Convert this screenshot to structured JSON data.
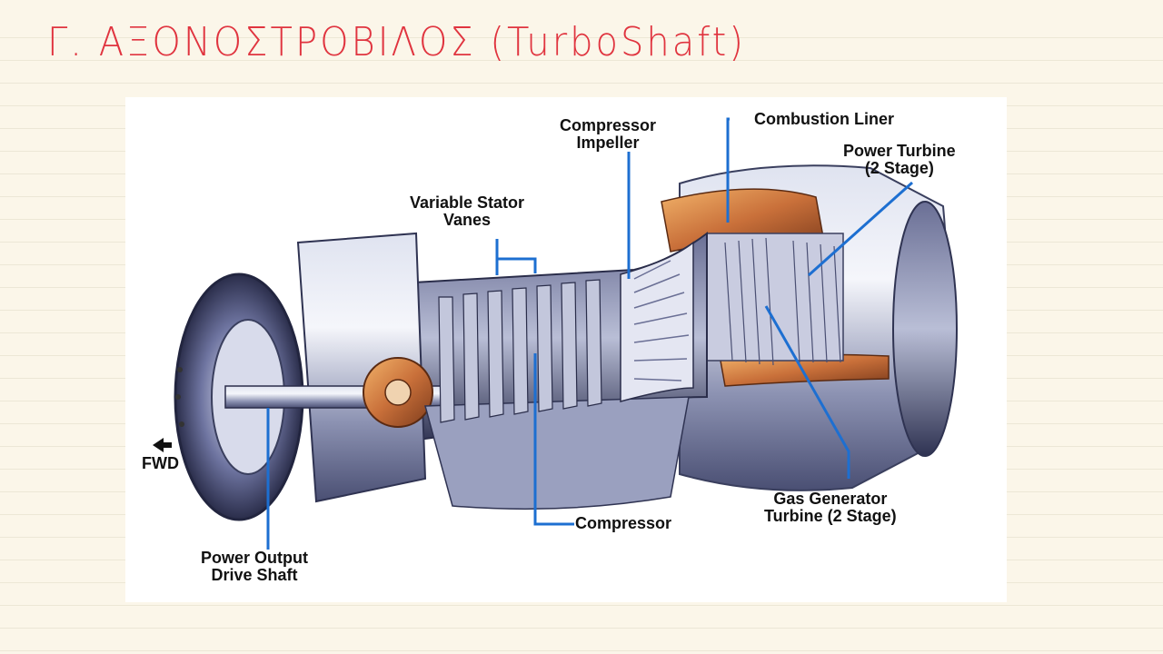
{
  "page": {
    "title": "Γ. ΑΞΟΝΟΣΤΡΟΒΙΛΟΣ (TurboShaft)"
  },
  "diagram": {
    "leader_color": "#1d6fd1",
    "labels": {
      "compressor_impeller": [
        "Compressor",
        "Impeller"
      ],
      "combustion_liner": "Combustion Liner",
      "power_turbine": [
        "Power Turbine",
        "(2 Stage)"
      ],
      "variable_stator_vanes": [
        "Variable Stator",
        "Vanes"
      ],
      "fwd": "FWD",
      "compressor": "Compressor",
      "gas_generator_turbine": [
        "Gas Generator",
        "Turbine (2 Stage)"
      ],
      "power_output_drive_shaft": [
        "Power Output",
        "Drive Shaft"
      ]
    }
  }
}
